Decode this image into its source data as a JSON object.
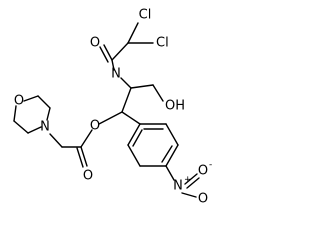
{
  "molecule": {
    "atoms": {
      "cl_upper": {
        "text": "Cl",
        "color": "#000000"
      },
      "cl_right": {
        "text": "Cl",
        "color": "#000000"
      },
      "amide_o": {
        "text": "O",
        "color": "#000000"
      },
      "amide_n": {
        "text": "N",
        "color": "#000000"
      },
      "hydroxyl": {
        "text": "OH",
        "color": "#000000"
      },
      "ester_o": {
        "text": "O",
        "color": "#000000"
      },
      "carbonyl_o": {
        "text": "O",
        "color": "#000000"
      },
      "morph_o": {
        "text": "O",
        "color": "#000000"
      },
      "morph_n": {
        "text": "N",
        "color": "#000000"
      },
      "nitro_n": {
        "text": "N",
        "color": "#000000"
      },
      "nitro_n_charge": {
        "text": "+",
        "color": "#000000"
      },
      "nitro_o_top": {
        "text": "O",
        "color": "#000000"
      },
      "nitro_o_top_charge": {
        "text": "-",
        "color": "#000000"
      },
      "nitro_o_bottom": {
        "text": "O",
        "color": "#000000"
      }
    }
  }
}
